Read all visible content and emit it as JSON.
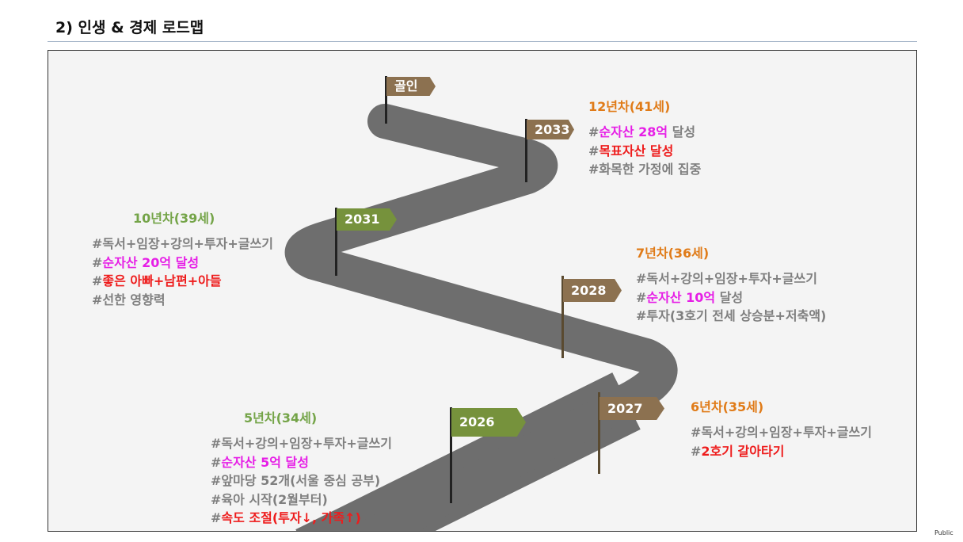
{
  "title": "2) 인생 & 경제 로드맵",
  "footer": "Public",
  "colors": {
    "brown": "#8c7150",
    "green": "#76923c",
    "orange": "#e07b18",
    "lightgreen": "#74a448",
    "magenta": "#e61ee6",
    "red": "#ee1c1c",
    "gray": "#7f7f7f",
    "road": "#6e6e6e"
  },
  "flags": [
    {
      "id": "goal",
      "label": "골인",
      "color": "#8c7150"
    },
    {
      "id": "2033",
      "label": "2033",
      "color": "#8c7150"
    },
    {
      "id": "2031",
      "label": "2031",
      "color": "#76923c"
    },
    {
      "id": "2028",
      "label": "2028",
      "color": "#8c7150"
    },
    {
      "id": "2027",
      "label": "2027",
      "color": "#8c7150"
    },
    {
      "id": "2026",
      "label": "2026",
      "color": "#76923c"
    }
  ],
  "milestones": [
    {
      "id": "y12",
      "heading": "12년차(41세)",
      "heading_color": "#e07b18",
      "lines": [
        [
          {
            "t": "#",
            "c": "#7f7f7f"
          },
          {
            "t": "순자산 28억",
            "c": "#e61ee6"
          },
          {
            "t": " 달성",
            "c": "#7f7f7f"
          }
        ],
        [
          {
            "t": "#",
            "c": "#7f7f7f"
          },
          {
            "t": "목표자산 달성",
            "c": "#ee1c1c"
          }
        ],
        [
          {
            "t": "#화목한 가정에 집중",
            "c": "#7f7f7f"
          }
        ]
      ]
    },
    {
      "id": "y10",
      "heading": "10년차(39세)",
      "heading_color": "#74a448",
      "lines": [
        [
          {
            "t": "#독서+임장+강의+투자+글쓰기",
            "c": "#7f7f7f"
          }
        ],
        [
          {
            "t": "#",
            "c": "#7f7f7f"
          },
          {
            "t": "순자산 20억 달성",
            "c": "#e61ee6"
          }
        ],
        [
          {
            "t": "#",
            "c": "#7f7f7f"
          },
          {
            "t": "좋은 아빠+남편+아들",
            "c": "#ee1c1c"
          }
        ],
        [
          {
            "t": "#선한 영향력",
            "c": "#7f7f7f"
          }
        ]
      ]
    },
    {
      "id": "y7",
      "heading": "7년차(36세)",
      "heading_color": "#e07b18",
      "lines": [
        [
          {
            "t": "#독서+강의+임장+투자+글쓰기",
            "c": "#7f7f7f"
          }
        ],
        [
          {
            "t": "#",
            "c": "#7f7f7f"
          },
          {
            "t": "순자산 10억",
            "c": "#e61ee6"
          },
          {
            "t": " 달성",
            "c": "#7f7f7f"
          }
        ],
        [
          {
            "t": "#투자(3호기 전세 상승분+저축액)",
            "c": "#7f7f7f"
          }
        ]
      ]
    },
    {
      "id": "y6",
      "heading": "6년차(35세)",
      "heading_color": "#e07b18",
      "lines": [
        [
          {
            "t": "#독서+강의+임장+투자+글쓰기",
            "c": "#7f7f7f"
          }
        ],
        [
          {
            "t": "#",
            "c": "#7f7f7f"
          },
          {
            "t": "2호기 갈아타기",
            "c": "#ee1c1c"
          }
        ]
      ]
    },
    {
      "id": "y5",
      "heading": "5년차(34세)",
      "heading_color": "#74a448",
      "lines": [
        [
          {
            "t": "#독서+강의+임장+투자+글쓰기",
            "c": "#7f7f7f"
          }
        ],
        [
          {
            "t": "#",
            "c": "#7f7f7f"
          },
          {
            "t": "순자산 5억 달성",
            "c": "#e61ee6"
          }
        ],
        [
          {
            "t": "#앞마당 52개(서울 중심 공부)",
            "c": "#7f7f7f"
          }
        ],
        [
          {
            "t": "#육아 시작(2월부터)",
            "c": "#7f7f7f"
          }
        ],
        [
          {
            "t": "#",
            "c": "#7f7f7f"
          },
          {
            "t": "속도 조절(투자↓, 가족↑)",
            "c": "#ee1c1c"
          }
        ]
      ]
    }
  ]
}
